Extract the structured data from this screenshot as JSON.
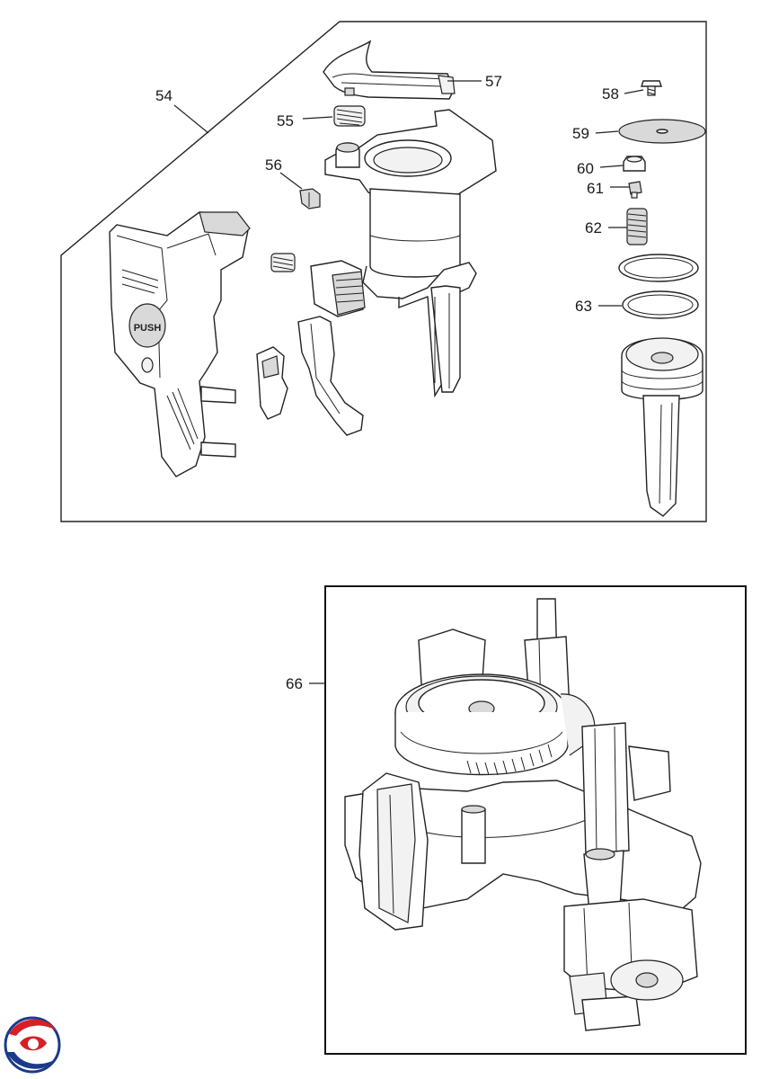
{
  "callouts": {
    "c54": "54",
    "c55": "55",
    "c56": "56",
    "c57": "57",
    "c58": "58",
    "c59": "59",
    "c60": "60",
    "c61": "61",
    "c62": "62",
    "c63": "63",
    "c66": "66"
  },
  "parts": {
    "push_label": "PUSH"
  },
  "colors": {
    "line": "#222222",
    "logo_red": "#d62027",
    "logo_blue": "#1b3a8c"
  },
  "icons": [
    "brand-logo-icon"
  ]
}
